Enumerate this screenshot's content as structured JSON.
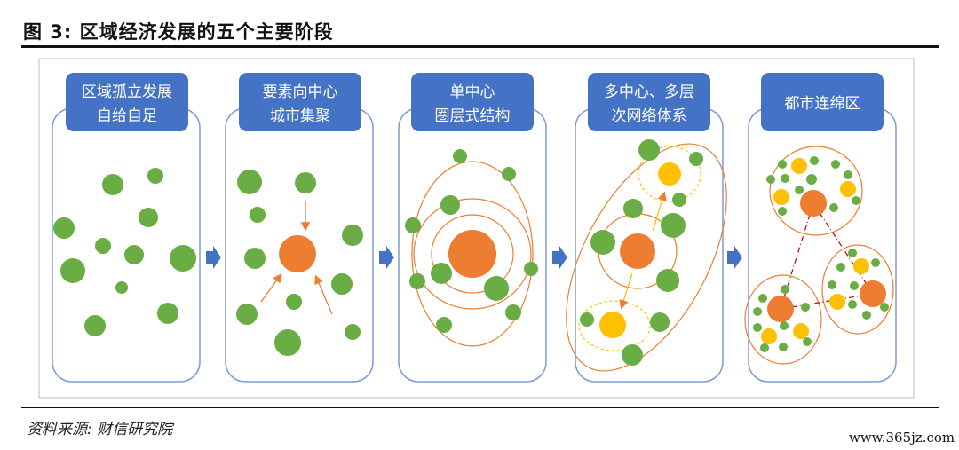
{
  "figure": {
    "title": "图 3:  区域经济发展的五个主要阶段",
    "source": "资料来源:  财信研究院",
    "watermark": "www.365jz.com"
  },
  "stages": [
    {
      "title_lines": [
        "区域孤立发展",
        "自给自足"
      ]
    },
    {
      "title_lines": [
        "要素向中心",
        "城市集聚"
      ]
    },
    {
      "title_lines": [
        "单中心",
        "圈层式结构"
      ]
    },
    {
      "title_lines": [
        "多中心、多层",
        "次网络体系"
      ]
    },
    {
      "title_lines": [
        "都市连绵区"
      ]
    }
  ],
  "colors": {
    "green": "#6aad45",
    "orange": "#ed7d31",
    "yellow": "#ffc000",
    "header_blue": "#4472c4",
    "panel_border": "#7f9bd4",
    "arrow_blue": "#4472c4",
    "link_red": "#c00000"
  }
}
